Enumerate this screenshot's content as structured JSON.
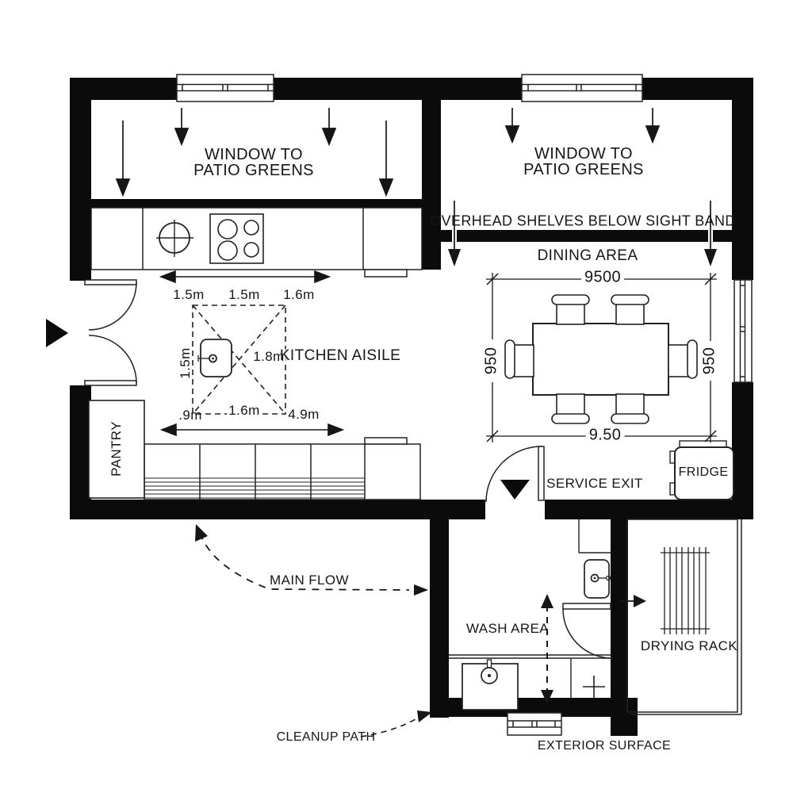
{
  "plan": {
    "kitchen": {
      "window_label_line1": "WINDOW TO",
      "window_label_line2": "PATIO GREENS",
      "aisle_label": "KITCHEN AISILE",
      "dims_top": [
        "1.5m",
        "1.5m",
        "1.6m"
      ],
      "dim_left": "1.5m",
      "dim_center": "1.8m",
      "dims_bottom": [
        ".9m",
        "1.6m",
        "4.9m"
      ],
      "pantry_label": "PANTRY"
    },
    "dining": {
      "window_label_line1": "WINDOW TO",
      "window_label_line2": "PATIO GREENS",
      "shelves_note": "OVERHEAD SHELVES BELOW SIGHT BAND",
      "area_label": "DINING AREA",
      "dim_top": "9500",
      "dim_left": "950",
      "dim_right": "950",
      "dim_bottom": "9.50",
      "service_exit_label": "SERVICE EXIT",
      "fridge_label": "FRIDGE"
    },
    "wash": {
      "area_label": "WASH AREA",
      "drying_rack_label": "DRYING RACK",
      "exterior_label": "EXTERIOR SURFACE"
    },
    "flows": {
      "main_flow_label": "MAIN FLOW",
      "cleanup_path_label": "CLEANUP PATH"
    },
    "colors": {
      "wall": "#0b0b0b",
      "line": "#222222",
      "text": "#161616",
      "background": "#ffffff"
    }
  }
}
